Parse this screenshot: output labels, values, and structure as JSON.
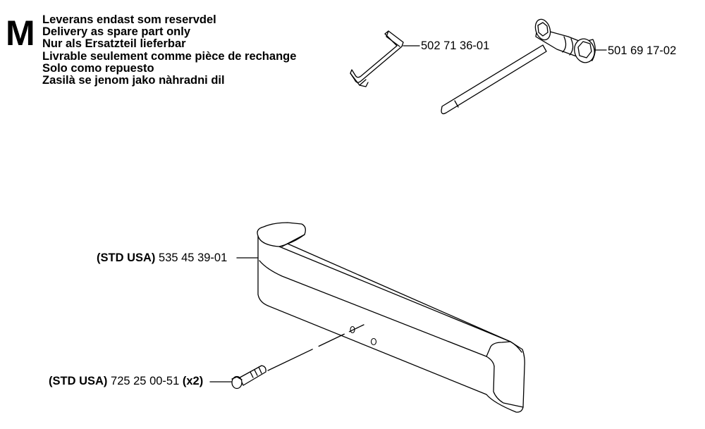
{
  "marker": "M",
  "languages": [
    "Leverans endast som reservdel",
    "Delivery as spare part only",
    "Nur als Ersatzteil lieferbar",
    "Livrable seulement comme pièce de rechange",
    "Solo como repuesto",
    "Zasilà se jenom jako nàhradni dil"
  ],
  "parts": {
    "allen_key": {
      "number": "502 71 36-01",
      "icon": "allen-key-icon"
    },
    "combination_wrench": {
      "number": "501 69 17-02",
      "icon": "combination-wrench-icon"
    },
    "handle": {
      "prefix": "(STD USA)",
      "number": "535 45 39-01",
      "icon": "handle-icon"
    },
    "bolt": {
      "prefix": "(STD USA)",
      "number": "725 25 00-51",
      "qty": "(x2)",
      "icon": "bolt-icon"
    }
  }
}
